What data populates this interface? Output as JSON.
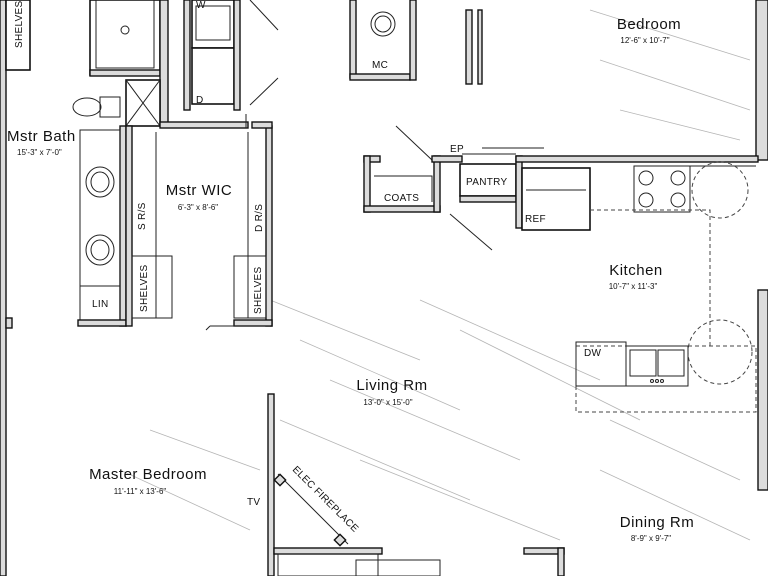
{
  "rooms": {
    "bedroom": {
      "name": "Bedroom",
      "dims": "12'-6\" x 10'-7\""
    },
    "mstr_bath": {
      "name": "Mstr Bath",
      "dims": "15'-3\" x 7'-0\""
    },
    "mstr_wic": {
      "name": "Mstr WIC",
      "dims": "6'-3\" x 8'-6\""
    },
    "kitchen": {
      "name": "Kitchen",
      "dims": "10'-7\" x 11'-3\""
    },
    "living": {
      "name": "Living Rm",
      "dims": "13'-0\" x 15'-0\""
    },
    "master_bedroom": {
      "name": "Master Bedroom",
      "dims": "11'-11\" x 13'-6\""
    },
    "dining": {
      "name": "Dining Rm",
      "dims": "8'-9\" x 9'-7\""
    }
  },
  "fixtures": {
    "shelves_top": "SHELVES",
    "washer": "W",
    "dryer": "D",
    "mc": "MC",
    "ep": "EP",
    "coats": "COATS",
    "pantry": "PANTRY",
    "ref": "REF",
    "s_rs": "S R/S",
    "d_rs": "D R/S",
    "shelves_left": "SHELVES",
    "shelves_right": "SHELVES",
    "lin": "LIN",
    "dw": "DW",
    "tv": "TV",
    "fireplace": "ELEC FIREPLACE"
  }
}
